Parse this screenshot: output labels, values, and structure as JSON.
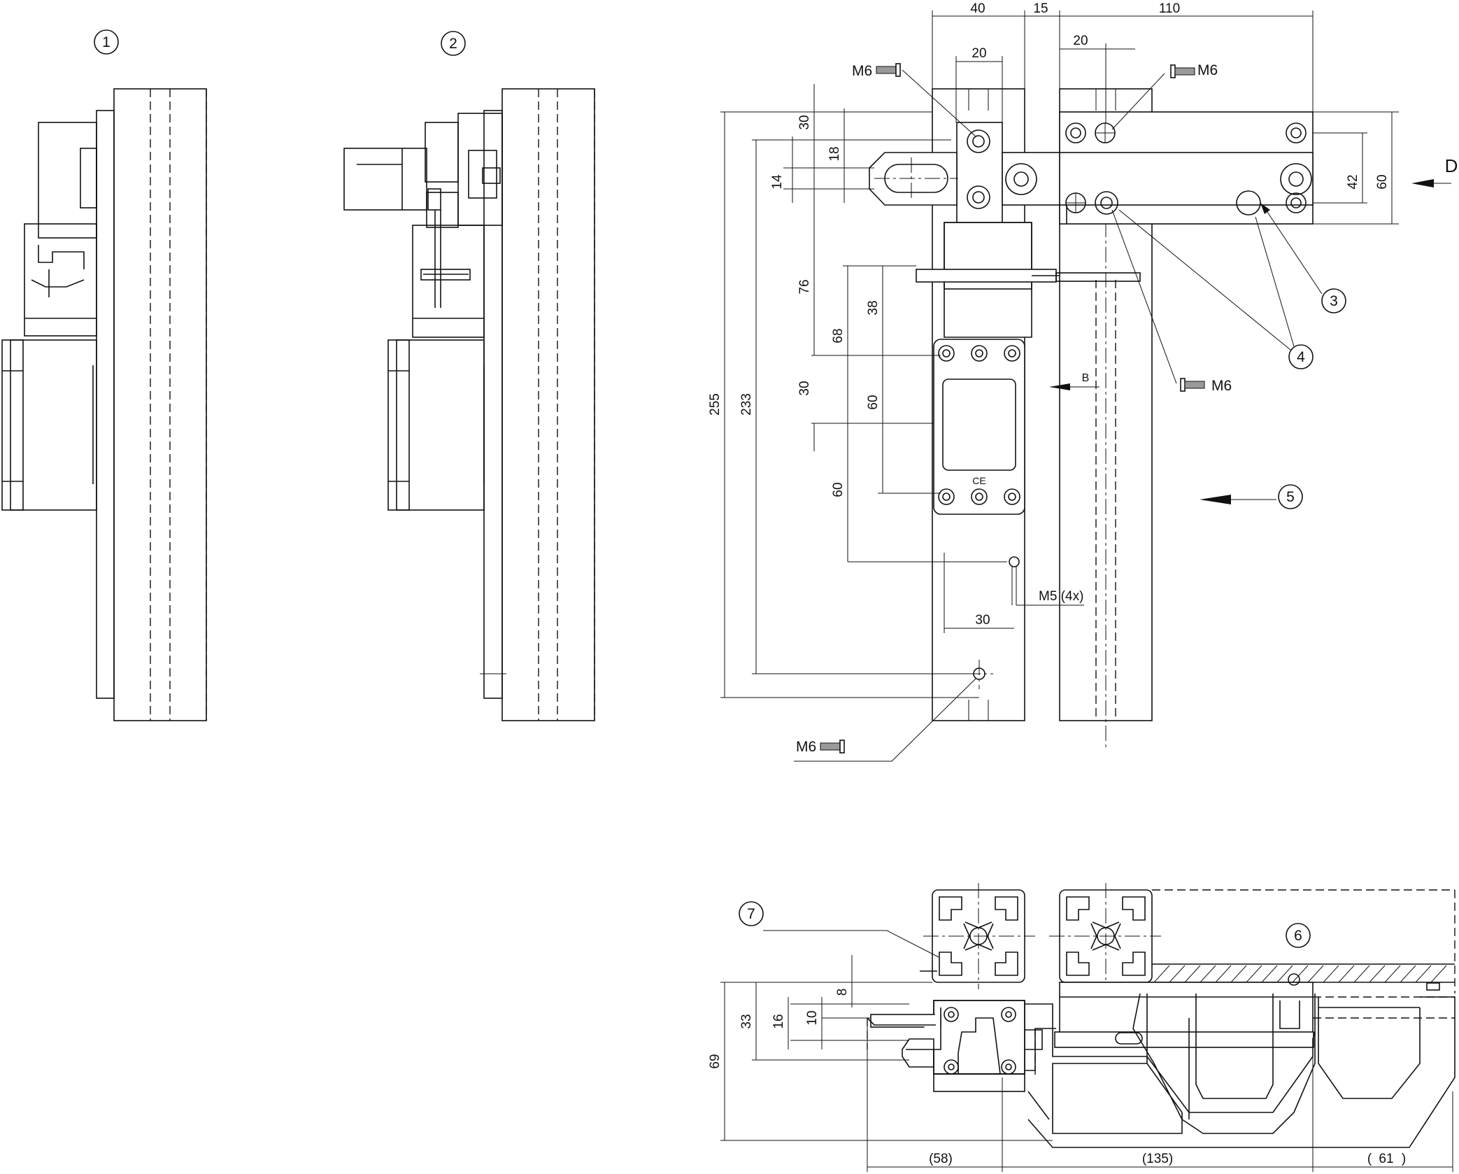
{
  "callouts": [
    {
      "id": "c1",
      "label": "1"
    },
    {
      "id": "c2",
      "label": "2"
    },
    {
      "id": "c3",
      "label": "3"
    },
    {
      "id": "c4",
      "label": "4"
    },
    {
      "id": "c5",
      "label": "5"
    },
    {
      "id": "c6",
      "label": "6"
    },
    {
      "id": "c7",
      "label": "7"
    }
  ],
  "screws": [
    {
      "id": "s1",
      "label": "M6"
    },
    {
      "id": "s2",
      "label": "M6"
    },
    {
      "id": "s3",
      "label": "M6"
    },
    {
      "id": "s4",
      "label": "M6"
    }
  ],
  "view_labels": {
    "D": "D",
    "B": "B"
  },
  "thread_note": "M5 (4x)",
  "dimensions": {
    "top_40": "40",
    "top_15": "15",
    "top_110": "110",
    "top_20_left": "20",
    "top_20_right": "20",
    "v_255": "255",
    "v_233": "233",
    "v_30_top": "30",
    "v_18": "18",
    "v_14": "14",
    "v_76": "76",
    "v_68": "68",
    "v_38": "38",
    "v_30_mid": "30",
    "v_60_mid": "60",
    "v_60_low": "60",
    "h_30": "30",
    "right_42": "42",
    "right_60": "60",
    "bot_69": "69",
    "bot_33": "33",
    "bot_16": "16",
    "bot_10": "10",
    "bot_8": "8",
    "bot_58": "(58)",
    "bot_135": "(135)",
    "bot_61": "61"
  }
}
